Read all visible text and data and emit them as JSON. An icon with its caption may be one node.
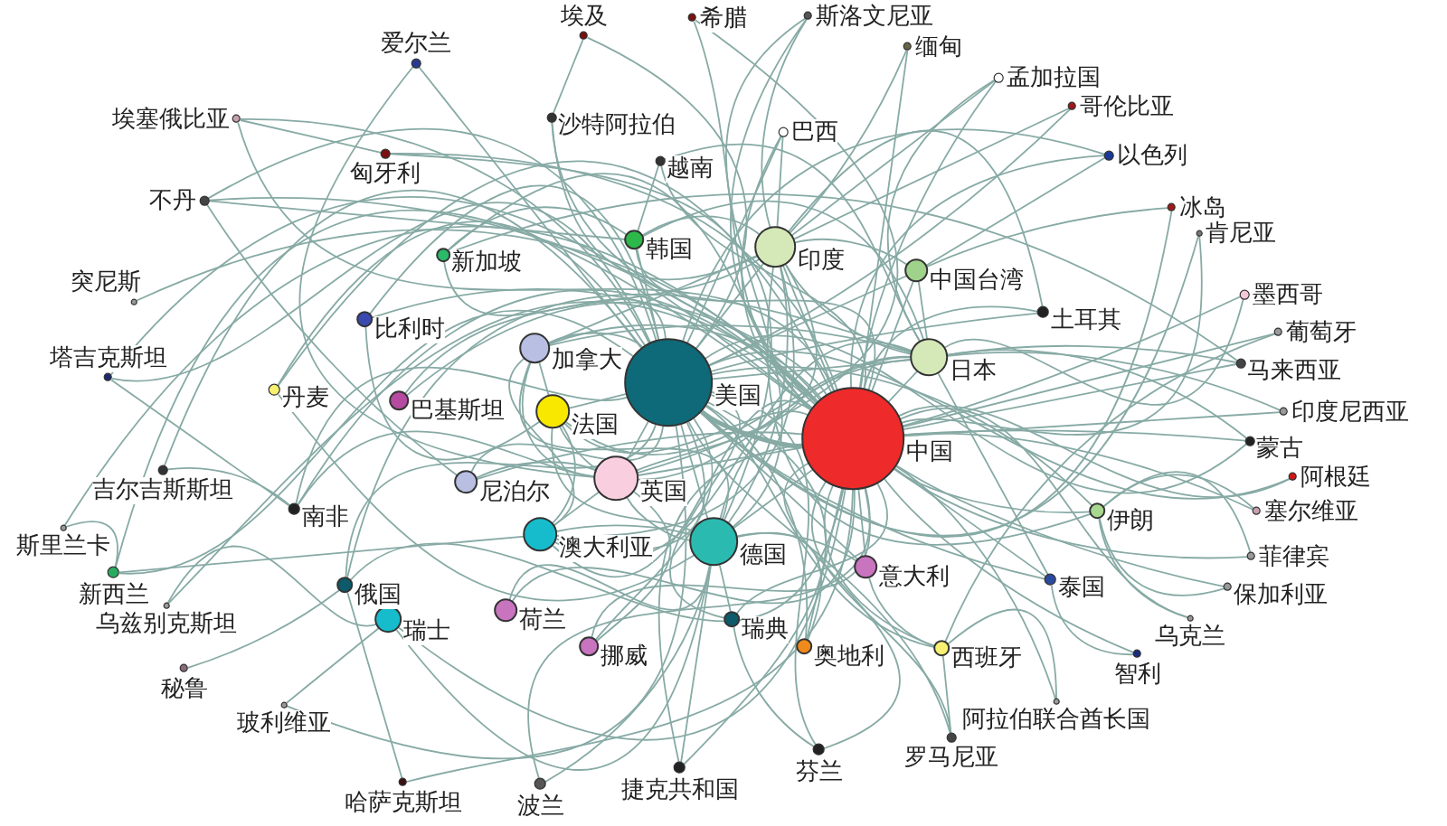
{
  "diagram": {
    "nodes": [
      {
        "text": [
          "中国"
        ]
      },
      {
        "text": [
          "美国"
        ]
      },
      {
        "text": [
          "德国"
        ]
      },
      {
        "text": [
          "英国"
        ]
      },
      {
        "text": [
          "澳大利亚"
        ]
      },
      {
        "text": [
          "法国"
        ]
      },
      {
        "text": [
          "加拿大"
        ]
      },
      {
        "text": [
          "印度"
        ]
      },
      {
        "text": [
          "日本"
        ]
      },
      {
        "text": [
          "中国台湾"
        ]
      },
      {
        "text": [
          "韩国"
        ]
      },
      {
        "text": [
          "尼泊尔"
        ]
      },
      {
        "text": [
          "意大利"
        ]
      },
      {
        "text": [
          "荷兰"
        ]
      },
      {
        "text": [
          "挪威"
        ]
      },
      {
        "text": [
          "巴基斯坦"
        ]
      },
      {
        "text": [
          "瑞士"
        ]
      },
      {
        "text": [
          "俄国"
        ]
      },
      {
        "text": [
          "瑞典"
        ]
      },
      {
        "text": [
          "奥地利"
        ]
      },
      {
        "text": [
          "西班牙"
        ]
      },
      {
        "text": [
          "泰国"
        ]
      },
      {
        "text": [
          "伊朗"
        ]
      },
      {
        "text": [
          "比利时"
        ]
      },
      {
        "text": [
          "新加坡"
        ]
      },
      {
        "text": [
          "丹麦"
        ]
      },
      {
        "text": [
          "南非"
        ]
      },
      {
        "text": [
          "新西兰"
        ]
      },
      {
        "text": [
          "捷克共和国"
        ]
      },
      {
        "text": [
          "波兰"
        ]
      },
      {
        "text": [
          "芬兰"
        ]
      },
      {
        "text": [
          "罗马尼亚"
        ]
      },
      {
        "text": [
          "土耳其"
        ]
      },
      {
        "text": [
          "马来西亚"
        ]
      },
      {
        "text": [
          "蒙古"
        ]
      },
      {
        "text": [
          "越南"
        ]
      },
      {
        "text": [
          "沙特阿拉伯"
        ]
      },
      {
        "text": [
          "不丹"
        ]
      },
      {
        "text": [
          "爱尔兰"
        ]
      },
      {
        "text": [
          "匈牙利"
        ]
      },
      {
        "text": [
          "埃塞俄比亚"
        ]
      },
      {
        "text": [
          "埃及"
        ]
      },
      {
        "text": [
          "希腊"
        ]
      },
      {
        "text": [
          "斯洛文尼亚"
        ]
      },
      {
        "text": [
          "缅甸"
        ]
      },
      {
        "text": [
          "孟加拉国"
        ]
      },
      {
        "text": [
          "哥伦比亚"
        ]
      },
      {
        "text": [
          "巴西"
        ]
      },
      {
        "text": [
          "以色列"
        ]
      },
      {
        "text": [
          "冰岛"
        ]
      },
      {
        "text": [
          "肯尼亚"
        ]
      },
      {
        "text": [
          "墨西哥"
        ]
      },
      {
        "text": [
          "葡萄牙"
        ]
      },
      {
        "text": [
          "印度尼西亚"
        ]
      },
      {
        "text": [
          "阿根廷"
        ]
      },
      {
        "text": [
          "塞尔维亚"
        ]
      },
      {
        "text": [
          "菲律宾"
        ]
      },
      {
        "text": [
          "保加利亚"
        ]
      },
      {
        "text": [
          "乌克兰"
        ]
      },
      {
        "text": [
          "智利"
        ]
      },
      {
        "text": [
          "阿拉伯联合酋长国"
        ]
      },
      {
        "text": [
          "哈萨克斯坦"
        ]
      },
      {
        "text": [
          "玻利维亚"
        ]
      },
      {
        "text": [
          "秘鲁"
        ]
      },
      {
        "text": [
          "乌兹别克斯坦"
        ]
      },
      {
        "text": [
          "斯里兰卡"
        ]
      },
      {
        "text": [
          "吉尔吉斯斯坦"
        ]
      },
      {
        "text": [
          "塔吉克斯坦"
        ]
      },
      {
        "text": [
          "突尼斯"
        ]
      }
    ],
    "edges": [
      {
        "from": 0,
        "to": 1,
        "arrow": "none",
        "style": "thick"
      },
      {
        "from": 0,
        "to": 2,
        "arrow": "none"
      },
      {
        "from": 0,
        "to": 3,
        "arrow": "none"
      },
      {
        "from": 0,
        "to": 4,
        "arrow": "none"
      },
      {
        "from": 0,
        "to": 5,
        "arrow": "none"
      },
      {
        "from": 0,
        "to": 6,
        "arrow": "none"
      },
      {
        "from": 0,
        "to": 7,
        "arrow": "none"
      },
      {
        "from": 0,
        "to": 8,
        "arrow": "none"
      },
      {
        "from": 1,
        "to": 2,
        "arrow": "none"
      },
      {
        "from": 1,
        "to": 3,
        "arrow": "none"
      },
      {
        "from": 1,
        "to": 4,
        "arrow": "none"
      },
      {
        "from": 1,
        "to": 5,
        "arrow": "none"
      },
      {
        "from": 1,
        "to": 6,
        "arrow": "none"
      },
      {
        "from": 1,
        "to": 7,
        "arrow": "none"
      },
      {
        "from": 1,
        "to": 8,
        "arrow": "none"
      },
      {
        "from": 2,
        "to": 3,
        "arrow": "none"
      },
      {
        "from": 2,
        "to": 4,
        "arrow": "none"
      },
      {
        "from": 2,
        "to": 5,
        "arrow": "none"
      },
      {
        "from": 2,
        "to": 6,
        "arrow": "none"
      },
      {
        "from": 2,
        "to": 7,
        "arrow": "none"
      },
      {
        "from": 2,
        "to": 8,
        "arrow": "none"
      },
      {
        "from": 3,
        "to": 4,
        "arrow": "none"
      },
      {
        "from": 3,
        "to": 5,
        "arrow": "none"
      },
      {
        "from": 3,
        "to": 6,
        "arrow": "none"
      },
      {
        "from": 3,
        "to": 7,
        "arrow": "none"
      },
      {
        "from": 3,
        "to": 8,
        "arrow": "none"
      },
      {
        "from": 4,
        "to": 5,
        "arrow": "none"
      },
      {
        "from": 4,
        "to": 6,
        "arrow": "none"
      },
      {
        "from": 4,
        "to": 7,
        "arrow": "none"
      },
      {
        "from": 4,
        "to": 8,
        "arrow": "none"
      },
      {
        "from": 5,
        "to": 6,
        "arrow": "none"
      },
      {
        "from": 5,
        "to": 8,
        "arrow": "none"
      },
      {
        "from": 6,
        "to": 7,
        "arrow": "none"
      },
      {
        "from": 6,
        "to": 8,
        "arrow": "none"
      },
      {
        "from": 7,
        "to": 8,
        "arrow": "none"
      },
      {
        "from": 9,
        "to": 0,
        "arrow": "none"
      },
      {
        "from": 9,
        "to": 1,
        "arrow": "none"
      },
      {
        "from": 9,
        "to": 7,
        "arrow": "none"
      },
      {
        "from": 9,
        "to": 8,
        "arrow": "none"
      },
      {
        "from": 10,
        "to": 0,
        "arrow": "none"
      },
      {
        "from": 10,
        "to": 1,
        "arrow": "none"
      },
      {
        "from": 10,
        "to": 7,
        "arrow": "none"
      },
      {
        "from": 10,
        "to": 8,
        "arrow": "none"
      },
      {
        "from": 11,
        "to": 0,
        "arrow": "none"
      },
      {
        "from": 11,
        "to": 1,
        "arrow": "none"
      },
      {
        "from": 11,
        "to": 3,
        "arrow": "none"
      },
      {
        "from": 12,
        "to": 0,
        "arrow": "none"
      },
      {
        "from": 12,
        "to": 1,
        "arrow": "none"
      },
      {
        "from": 12,
        "to": 2,
        "arrow": "none"
      },
      {
        "from": 13,
        "to": 0,
        "arrow": "none"
      },
      {
        "from": 13,
        "to": 2,
        "arrow": "none"
      },
      {
        "from": 14,
        "to": 0,
        "arrow": "none"
      },
      {
        "from": 14,
        "to": 1,
        "arrow": "none"
      },
      {
        "from": 14,
        "to": 3,
        "arrow": "none"
      },
      {
        "from": 15,
        "to": 0,
        "arrow": "none"
      },
      {
        "from": 15,
        "to": 7,
        "arrow": "none"
      },
      {
        "from": 16,
        "to": 0,
        "arrow": "none"
      },
      {
        "from": 16,
        "to": 2,
        "arrow": "none"
      },
      {
        "from": 17,
        "to": 0,
        "arrow": "none"
      },
      {
        "from": 17,
        "to": 1,
        "arrow": "none"
      },
      {
        "from": 17,
        "to": 8,
        "arrow": "none"
      },
      {
        "from": 18,
        "to": 0,
        "arrow": "none"
      },
      {
        "from": 18,
        "to": 1,
        "arrow": "none"
      },
      {
        "from": 18,
        "to": 2,
        "arrow": "none"
      },
      {
        "from": 19,
        "to": 0,
        "arrow": "none"
      },
      {
        "from": 19,
        "to": 1,
        "arrow": "none"
      },
      {
        "from": 19,
        "to": 2,
        "arrow": "none"
      },
      {
        "from": 20,
        "to": 0,
        "arrow": "none"
      },
      {
        "from": 20,
        "to": 1,
        "arrow": "none"
      },
      {
        "from": 20,
        "to": 12,
        "arrow": "none"
      },
      {
        "from": 21,
        "to": 0,
        "arrow": "none"
      },
      {
        "from": 21,
        "to": 1,
        "arrow": "none"
      },
      {
        "from": 21,
        "to": 8,
        "arrow": "none"
      },
      {
        "from": 22,
        "to": 0,
        "arrow": "none"
      },
      {
        "from": 22,
        "to": 1,
        "arrow": "none"
      },
      {
        "from": 22,
        "to": 7,
        "arrow": "none"
      },
      {
        "from": 23,
        "to": 0,
        "arrow": "none"
      },
      {
        "from": 23,
        "to": 1,
        "arrow": "none"
      },
      {
        "from": 23,
        "to": 5,
        "arrow": "none"
      },
      {
        "from": 24,
        "to": 0,
        "arrow": "none"
      },
      {
        "from": 24,
        "to": 1,
        "arrow": "none"
      },
      {
        "from": 24,
        "to": 10,
        "arrow": "none"
      },
      {
        "from": 25,
        "to": 0,
        "arrow": "none"
      },
      {
        "from": 25,
        "to": 1,
        "arrow": "none"
      },
      {
        "from": 25,
        "to": 2,
        "arrow": "none"
      },
      {
        "from": 26,
        "to": 0,
        "arrow": "none"
      },
      {
        "from": 26,
        "to": 1,
        "arrow": "none"
      },
      {
        "from": 26,
        "to": 3,
        "arrow": "none"
      },
      {
        "from": 27,
        "to": 0,
        "arrow": "none"
      },
      {
        "from": 27,
        "to": 1,
        "arrow": "none"
      },
      {
        "from": 27,
        "to": 4,
        "arrow": "none"
      },
      {
        "from": 28,
        "to": 0,
        "arrow": "none"
      },
      {
        "from": 28,
        "to": 1,
        "arrow": "none"
      },
      {
        "from": 28,
        "to": 2,
        "arrow": "none"
      },
      {
        "from": 29,
        "to": 0,
        "arrow": "none"
      },
      {
        "from": 29,
        "to": 2,
        "arrow": "none"
      },
      {
        "from": 30,
        "to": 0,
        "arrow": "none"
      },
      {
        "from": 30,
        "to": 1,
        "arrow": "none"
      },
      {
        "from": 30,
        "to": 18,
        "arrow": "none"
      },
      {
        "from": 31,
        "to": 0,
        "arrow": "none"
      },
      {
        "from": 31,
        "to": 1,
        "arrow": "none"
      },
      {
        "from": 31,
        "to": 20,
        "arrow": "none"
      },
      {
        "from": 32,
        "to": 0,
        "arrow": "none"
      },
      {
        "from": 32,
        "to": 1,
        "arrow": "none"
      },
      {
        "from": 32,
        "to": 7,
        "arrow": "none"
      },
      {
        "from": 33,
        "to": 0,
        "arrow": "none"
      },
      {
        "from": 33,
        "to": 8,
        "arrow": "none"
      },
      {
        "from": 33,
        "to": 24,
        "arrow": "none"
      },
      {
        "from": 34,
        "to": 0,
        "arrow": "none"
      },
      {
        "from": 34,
        "to": 8,
        "arrow": "none"
      },
      {
        "from": 34,
        "to": 1,
        "arrow": "none"
      },
      {
        "from": 35,
        "to": 0,
        "arrow": "none"
      },
      {
        "from": 35,
        "to": 10,
        "arrow": "none"
      },
      {
        "from": 35,
        "to": 8,
        "arrow": "none"
      },
      {
        "from": 36,
        "to": 0,
        "arrow": "none"
      },
      {
        "from": 36,
        "to": 7,
        "arrow": "none"
      },
      {
        "from": 36,
        "to": 41,
        "arrow": "none"
      },
      {
        "from": 37,
        "to": 0,
        "arrow": "none"
      },
      {
        "from": 37,
        "to": 1,
        "arrow": "none"
      },
      {
        "from": 37,
        "to": 10,
        "arrow": "none"
      },
      {
        "from": 37,
        "to": 11,
        "arrow": "none"
      },
      {
        "from": 38,
        "to": 1,
        "arrow": "none"
      },
      {
        "from": 38,
        "to": 3,
        "arrow": "none"
      },
      {
        "from": 39,
        "to": 0,
        "arrow": "none"
      },
      {
        "from": 39,
        "to": 2,
        "arrow": "none"
      },
      {
        "from": 40,
        "to": 39,
        "arrow": "none"
      },
      {
        "from": 40,
        "to": 0,
        "arrow": "none"
      },
      {
        "from": 40,
        "to": 1,
        "arrow": "none"
      },
      {
        "from": 41,
        "to": 1,
        "arrow": "none"
      },
      {
        "from": 42,
        "to": 0,
        "arrow": "none"
      },
      {
        "from": 42,
        "to": 3,
        "arrow": "none"
      },
      {
        "from": 43,
        "to": 0,
        "arrow": "none"
      },
      {
        "from": 43,
        "to": 7,
        "arrow": "none"
      },
      {
        "from": 43,
        "to": 2,
        "arrow": "none"
      },
      {
        "from": 44,
        "to": 0,
        "arrow": "none"
      },
      {
        "from": 44,
        "to": 7,
        "arrow": "none"
      },
      {
        "from": 45,
        "to": 0,
        "arrow": "none"
      },
      {
        "from": 45,
        "to": 7,
        "arrow": "none"
      },
      {
        "from": 45,
        "to": 8,
        "arrow": "none"
      },
      {
        "from": 46,
        "to": 1,
        "arrow": "none"
      },
      {
        "from": 46,
        "to": 7,
        "arrow": "none"
      },
      {
        "from": 47,
        "to": 0,
        "arrow": "none"
      },
      {
        "from": 47,
        "to": 1,
        "arrow": "none"
      },
      {
        "from": 47,
        "to": 7,
        "arrow": "none"
      },
      {
        "from": 48,
        "to": 0,
        "arrow": "none"
      },
      {
        "from": 48,
        "to": 1,
        "arrow": "none"
      },
      {
        "from": 48,
        "to": 9,
        "arrow": "none"
      },
      {
        "from": 49,
        "to": 1,
        "arrow": "none"
      },
      {
        "from": 49,
        "to": 9,
        "arrow": "none"
      },
      {
        "from": 50,
        "to": 1,
        "arrow": "none"
      },
      {
        "from": 50,
        "to": 0,
        "arrow": "none"
      },
      {
        "from": 51,
        "to": 0,
        "arrow": "none"
      },
      {
        "from": 51,
        "to": 8,
        "arrow": "none"
      },
      {
        "from": 52,
        "to": 0,
        "arrow": "none"
      },
      {
        "from": 52,
        "to": 20,
        "arrow": "none"
      },
      {
        "from": 53,
        "to": 0,
        "arrow": "none"
      },
      {
        "from": 53,
        "to": 8,
        "arrow": "none"
      },
      {
        "from": 54,
        "to": 0,
        "arrow": "none"
      },
      {
        "from": 54,
        "to": 1,
        "arrow": "none"
      },
      {
        "from": 55,
        "to": 0,
        "arrow": "none"
      },
      {
        "from": 55,
        "to": 22,
        "arrow": "none"
      },
      {
        "from": 56,
        "to": 0,
        "arrow": "none"
      },
      {
        "from": 56,
        "to": 22,
        "arrow": "none"
      },
      {
        "from": 57,
        "to": 0,
        "arrow": "none"
      },
      {
        "from": 57,
        "to": 22,
        "arrow": "none"
      },
      {
        "from": 58,
        "to": 22,
        "arrow": "none"
      },
      {
        "from": 58,
        "to": 0,
        "arrow": "none"
      },
      {
        "from": 59,
        "to": 0,
        "arrow": "none"
      },
      {
        "from": 59,
        "to": 21,
        "arrow": "none"
      },
      {
        "from": 60,
        "to": 20,
        "arrow": "none"
      },
      {
        "from": 60,
        "to": 0,
        "arrow": "none"
      },
      {
        "from": 61,
        "to": 17,
        "arrow": "none"
      },
      {
        "from": 61,
        "to": 0,
        "arrow": "none"
      },
      {
        "from": 62,
        "to": 16,
        "arrow": "none"
      },
      {
        "from": 62,
        "to": 1,
        "arrow": "none"
      },
      {
        "from": 63,
        "to": 17,
        "arrow": "none"
      },
      {
        "from": 64,
        "to": 16,
        "arrow": "none"
      },
      {
        "from": 64,
        "to": 0,
        "arrow": "none"
      },
      {
        "from": 65,
        "to": 27,
        "arrow": "none"
      },
      {
        "from": 65,
        "to": 0,
        "arrow": "none"
      },
      {
        "from": 66,
        "to": 1,
        "arrow": "none"
      },
      {
        "from": 66,
        "to": 26,
        "arrow": "none"
      },
      {
        "from": 67,
        "to": 1,
        "arrow": "none"
      },
      {
        "from": 67,
        "to": 26,
        "arrow": "none"
      },
      {
        "from": 67,
        "to": 0,
        "arrow": "none"
      },
      {
        "from": 68,
        "to": 0,
        "arrow": "none"
      }
    ]
  }
}
